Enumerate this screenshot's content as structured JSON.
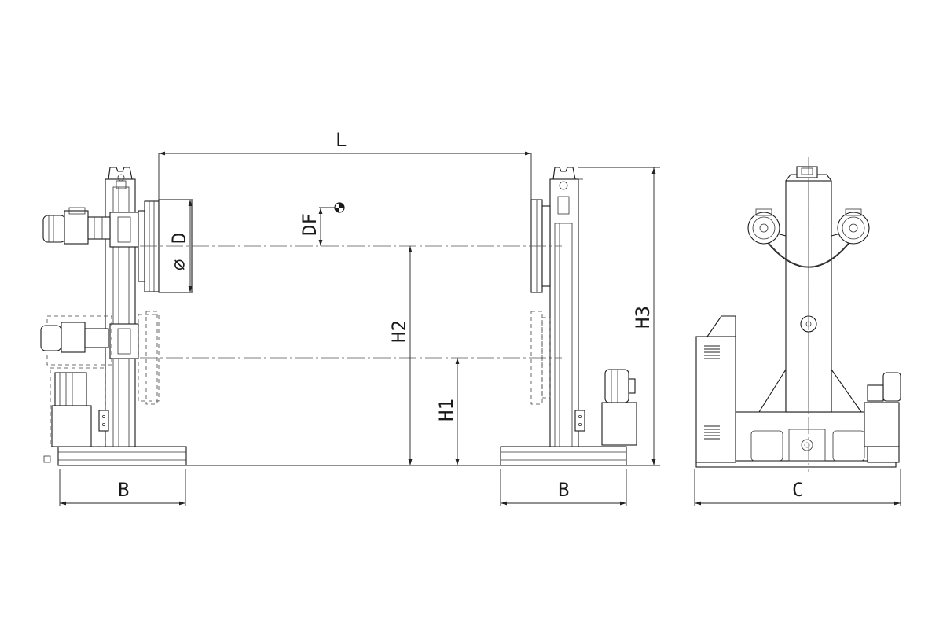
{
  "dimensions": {
    "length": "L",
    "base_width_left": "B",
    "base_width_right": "B",
    "base_width_side": "C",
    "center_height_lower": "H1",
    "center_height_upper": "H2",
    "total_height": "H3",
    "faceplate_diameter": "D",
    "diameter_symbol": "⌀",
    "center_offset": "DF"
  },
  "symbols": {
    "center_of_gravity": "center-of-gravity-icon"
  }
}
